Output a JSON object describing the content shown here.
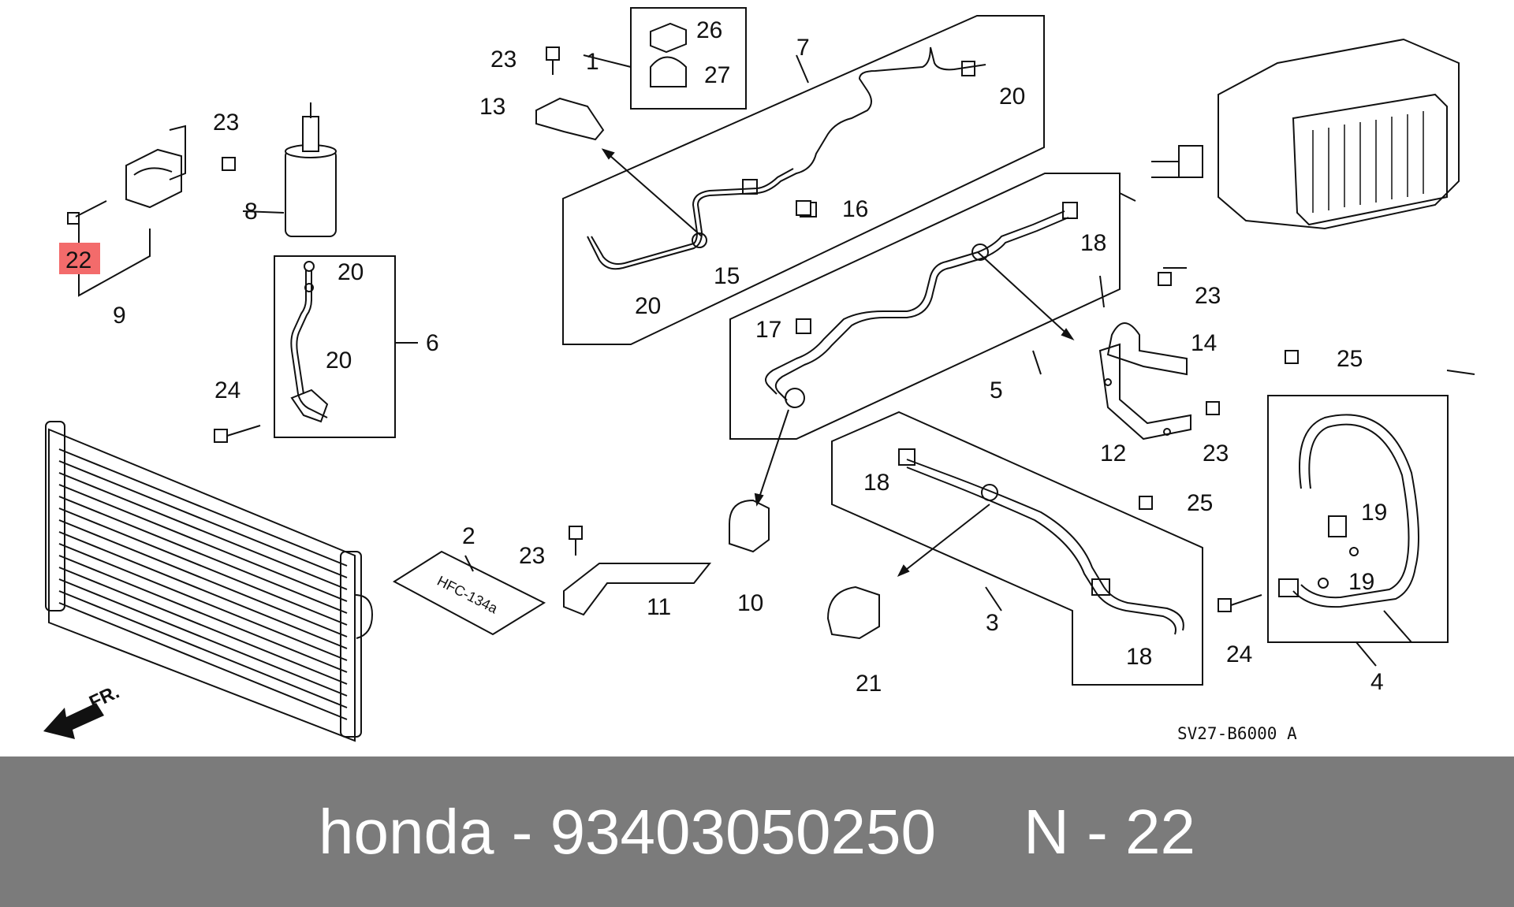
{
  "diagram": {
    "callouts": [
      {
        "id": "c1",
        "text": "1"
      },
      {
        "id": "c2",
        "text": "2"
      },
      {
        "id": "c3",
        "text": "3"
      },
      {
        "id": "c4",
        "text": "4"
      },
      {
        "id": "c5",
        "text": "5"
      },
      {
        "id": "c6",
        "text": "6"
      },
      {
        "id": "c7",
        "text": "7"
      },
      {
        "id": "c8",
        "text": "8"
      },
      {
        "id": "c9",
        "text": "9"
      },
      {
        "id": "c10",
        "text": "10"
      },
      {
        "id": "c11",
        "text": "11"
      },
      {
        "id": "c12",
        "text": "12"
      },
      {
        "id": "c13",
        "text": "13"
      },
      {
        "id": "c14",
        "text": "14"
      },
      {
        "id": "c15",
        "text": "15"
      },
      {
        "id": "c16",
        "text": "16"
      },
      {
        "id": "c17",
        "text": "17"
      },
      {
        "id": "c18a",
        "text": "18"
      },
      {
        "id": "c18b",
        "text": "18"
      },
      {
        "id": "c18c",
        "text": "18"
      },
      {
        "id": "c19a",
        "text": "19"
      },
      {
        "id": "c19b",
        "text": "19"
      },
      {
        "id": "c20a",
        "text": "20"
      },
      {
        "id": "c20b",
        "text": "20"
      },
      {
        "id": "c20c",
        "text": "20"
      },
      {
        "id": "c20d",
        "text": "20"
      },
      {
        "id": "c21",
        "text": "21"
      },
      {
        "id": "c22",
        "text": "22"
      },
      {
        "id": "c23a",
        "text": "23"
      },
      {
        "id": "c23b",
        "text": "23"
      },
      {
        "id": "c23c",
        "text": "23"
      },
      {
        "id": "c23d",
        "text": "23"
      },
      {
        "id": "c23e",
        "text": "23"
      },
      {
        "id": "c24a",
        "text": "24"
      },
      {
        "id": "c24b",
        "text": "24"
      },
      {
        "id": "c25a",
        "text": "25"
      },
      {
        "id": "c25b",
        "text": "25"
      },
      {
        "id": "c26",
        "text": "26"
      },
      {
        "id": "c27",
        "text": "27"
      }
    ],
    "highlight_callout": "22",
    "highlight_color": "#f36b6b",
    "front_label": "FR.",
    "drawing_code": "SV27-B6000 A",
    "label_plate_text": "HFC-134a"
  },
  "footer": {
    "brand": "honda",
    "separator": " - ",
    "part_number": "93403050250",
    "spacer": "     ",
    "ref": "N - 22",
    "background": "#7b7b7b",
    "text_color": "#ffffff"
  }
}
